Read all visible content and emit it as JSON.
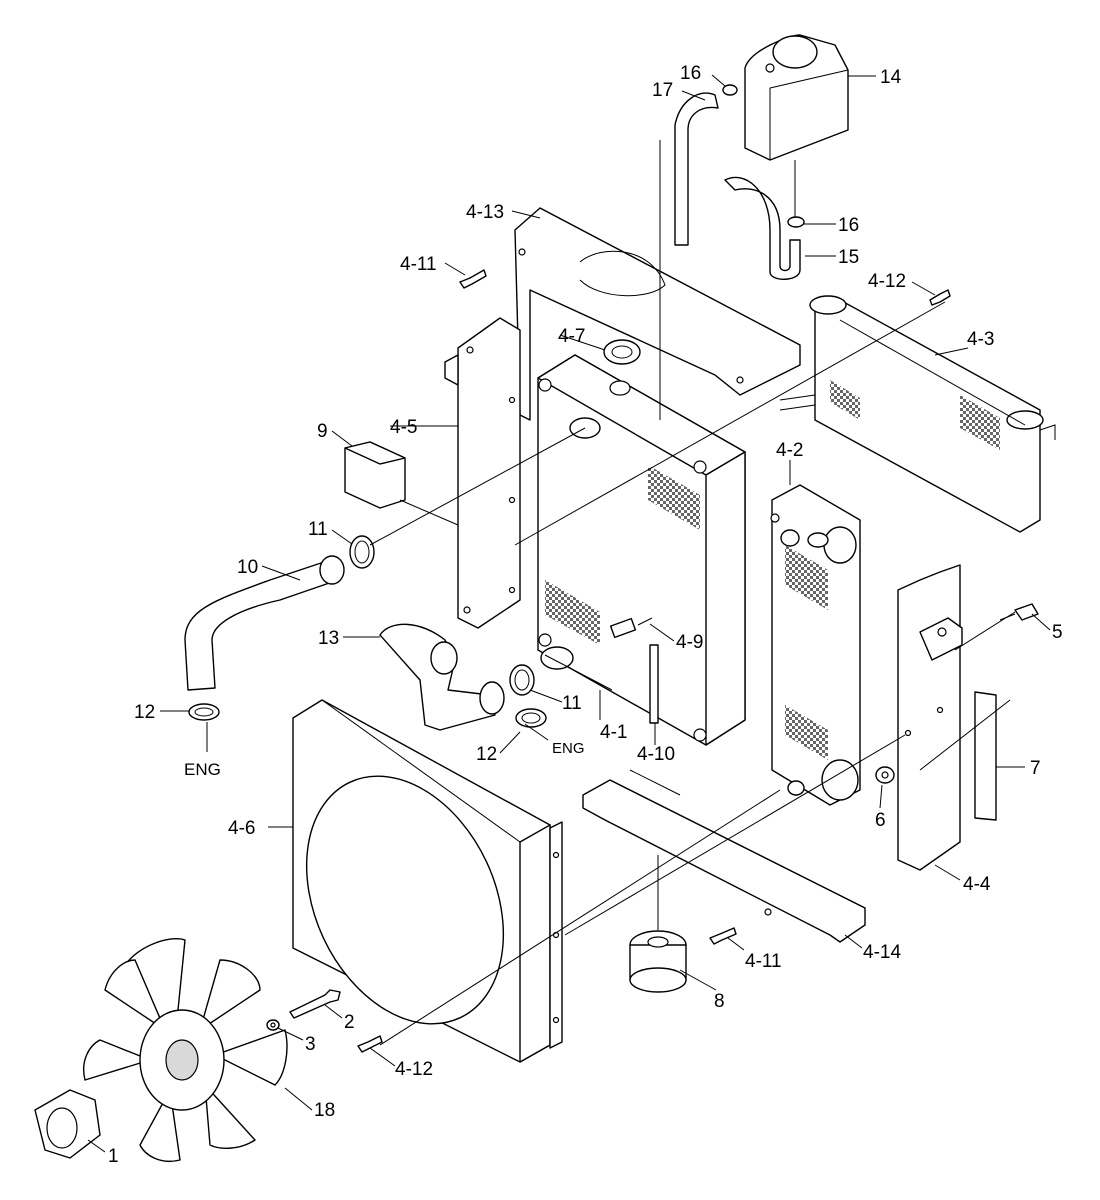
{
  "callouts": {
    "c1": "1",
    "c2": "2",
    "c3": "3",
    "c4_1": "4-1",
    "c4_2": "4-2",
    "c4_3": "4-3",
    "c4_4": "4-4",
    "c4_5": "4-5",
    "c4_6": "4-6",
    "c4_7": "4-7",
    "c4_9": "4-9",
    "c4_10": "4-10",
    "c4_11_top": "4-11",
    "c4_11_bottom": "4-11",
    "c4_12_top": "4-12",
    "c4_12_bottom": "4-12",
    "c4_13": "4-13",
    "c4_14": "4-14",
    "c5": "5",
    "c6": "6",
    "c7": "7",
    "c8": "8",
    "c9": "9",
    "c10": "10",
    "c11_left": "11",
    "c11_right": "11",
    "c12_left": "12",
    "c12_right": "12",
    "c13": "13",
    "c14": "14",
    "c15": "15",
    "c16_top": "16",
    "c16_mid": "16",
    "c17": "17",
    "c18": "18",
    "eng_left": "ENG",
    "eng_right": "ENG"
  }
}
